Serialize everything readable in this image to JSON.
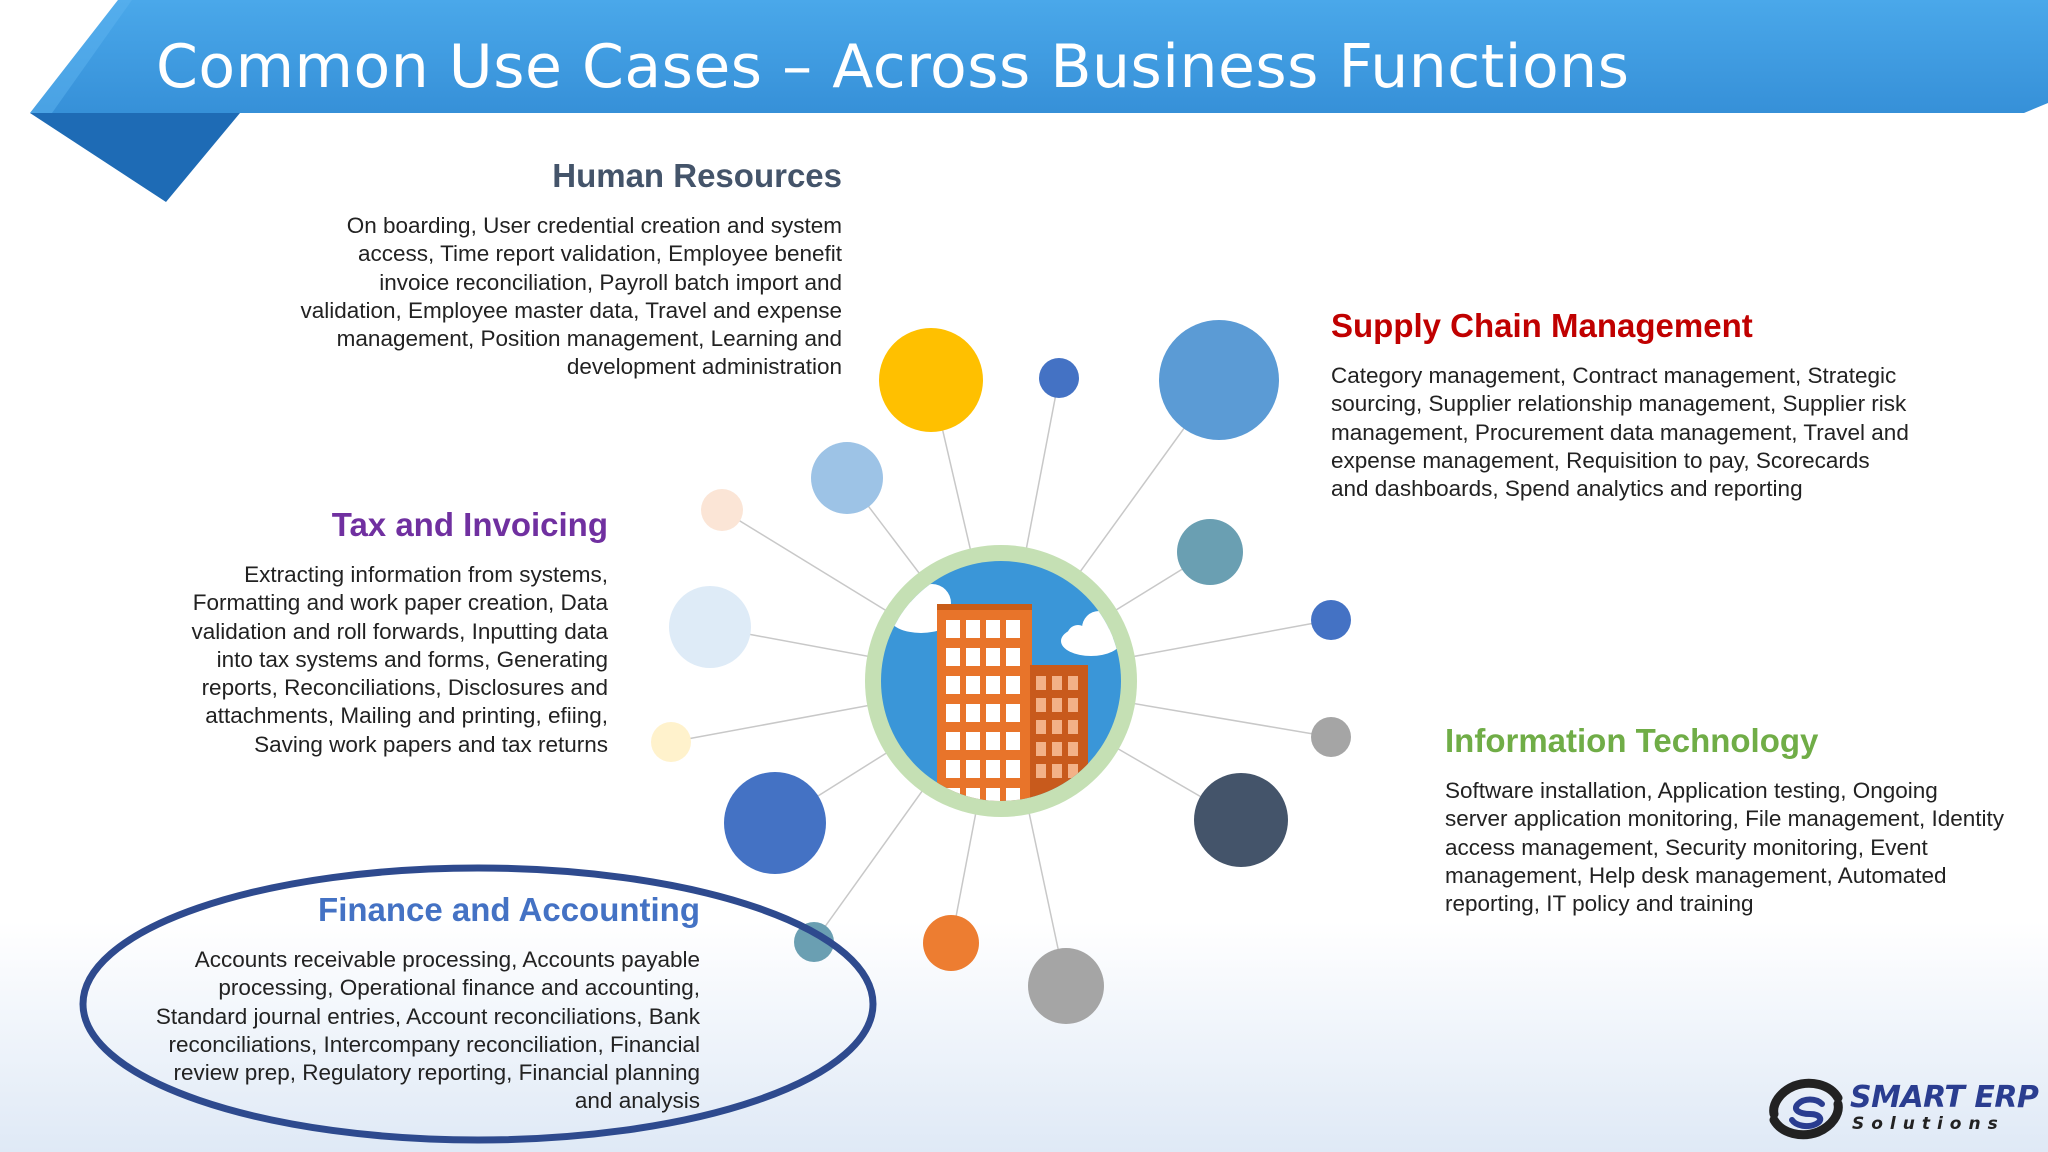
{
  "slide": {
    "title": "Common Use Cases – Across Business Functions"
  },
  "sections": {
    "human_resources": {
      "heading": "Human Resources",
      "body": "On boarding, User credential creation and system access, Time report validation, Employee benefit invoice reconciliation, Payroll batch import and validation, Employee master data, Travel and expense management, Position management, Learning and development administration"
    },
    "tax_invoicing": {
      "heading": "Tax and Invoicing",
      "body": "Extracting information from systems, Formatting and work paper creation, Data validation and roll forwards, Inputting data into tax systems and forms, Generating reports, Reconciliations, Disclosures and attachments, Mailing and printing, efiing, Saving work papers and tax returns"
    },
    "finance_accounting": {
      "heading": "Finance and Accounting",
      "body": "Accounts receivable processing, Accounts payable processing, Operational finance and accounting, Standard journal entries, Account reconciliations, Bank reconciliations, Intercompany reconciliation, Financial review prep, Regulatory reporting, Financial planning and analysis"
    },
    "supply_chain": {
      "heading": "Supply Chain Management",
      "body": "Category management, Contract management, Strategic sourcing, Supplier relationship management, Supplier risk management, Procurement data management, Travel and expense management, Requisition to pay, Scorecards and dashboards, Spend analytics and reporting"
    },
    "information_technology": {
      "heading": "Information Technology",
      "body": "Software installation, Application testing, Ongoing server application monitoring, File management, Identity access management, Security monitoring, Event management, Help desk management, Automated reporting, IT policy and training"
    }
  },
  "logo": {
    "line1": "SMART ERP",
    "line2": "Solutions"
  },
  "colors": {
    "banner": "#3c9be0",
    "banner_dark": "#1e6bb5",
    "hr": "#44546a",
    "tax": "#7030a0",
    "finance": "#4472c4",
    "supply_chain": "#c00000",
    "it": "#70ad47",
    "highlight_ellipse": "#2e4a8e"
  },
  "icons": {
    "center": "office-building-icon",
    "logo": "smart-erp-logo-icon"
  }
}
